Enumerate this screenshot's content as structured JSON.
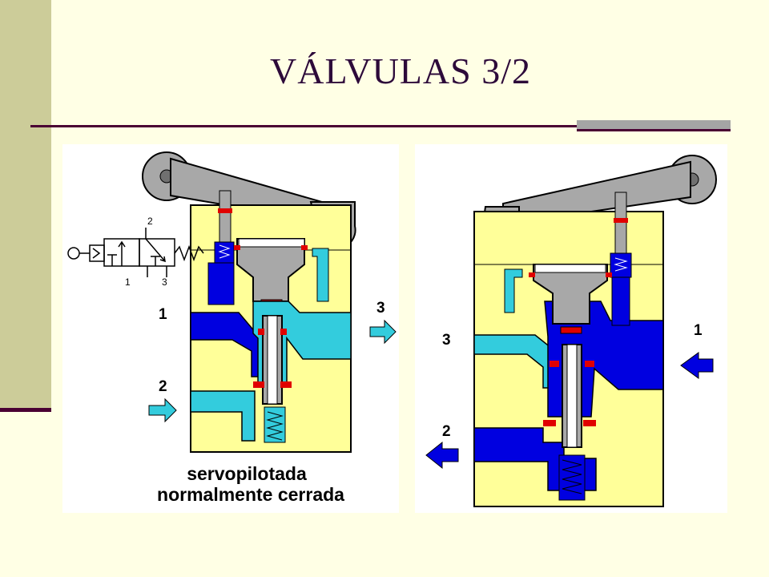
{
  "title": "VÁLVULAS 3/2",
  "left_diagram": {
    "symbol_labels": {
      "top": "2",
      "left": "1",
      "right": "3"
    },
    "port_labels": [
      "1",
      "2",
      "3"
    ],
    "caption_line1": "servopilotada",
    "caption_line2": "normalmente cerrada"
  },
  "right_diagram": {
    "port_labels": [
      "3",
      "2",
      "1"
    ]
  },
  "colors": {
    "background": "#FFFFE5",
    "sidebar": "#CCCC99",
    "accent": "#4A0033",
    "body_fill": "#FFFF99",
    "pressure_blue": "#0000E0",
    "exhaust_cyan": "#33CCDD",
    "seal_red": "#E00000"
  }
}
